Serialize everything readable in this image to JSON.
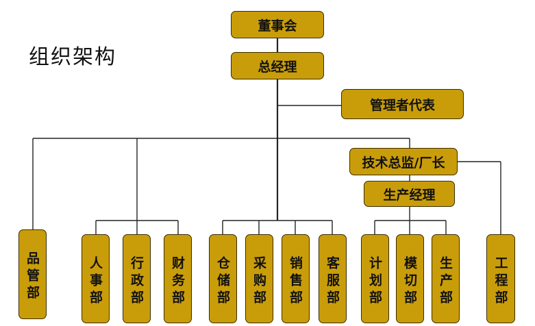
{
  "title": "组织架构",
  "nodes": {
    "chairman": "董事会",
    "general_manager": "总经理",
    "management_rep": "管理者代表",
    "technical_director": "技术总监/厂长",
    "production_manager": "生产经理"
  },
  "departments": {
    "quality": "品管部",
    "hr": "人事部",
    "admin": "行政部",
    "finance": "财务部",
    "warehouse": "仓储部",
    "purchasing": "采购部",
    "sales": "销售部",
    "customer_service": "客服部",
    "planning": "计划部",
    "die_cutting": "模切部",
    "production": "生产部",
    "engineering": "工程部"
  }
}
